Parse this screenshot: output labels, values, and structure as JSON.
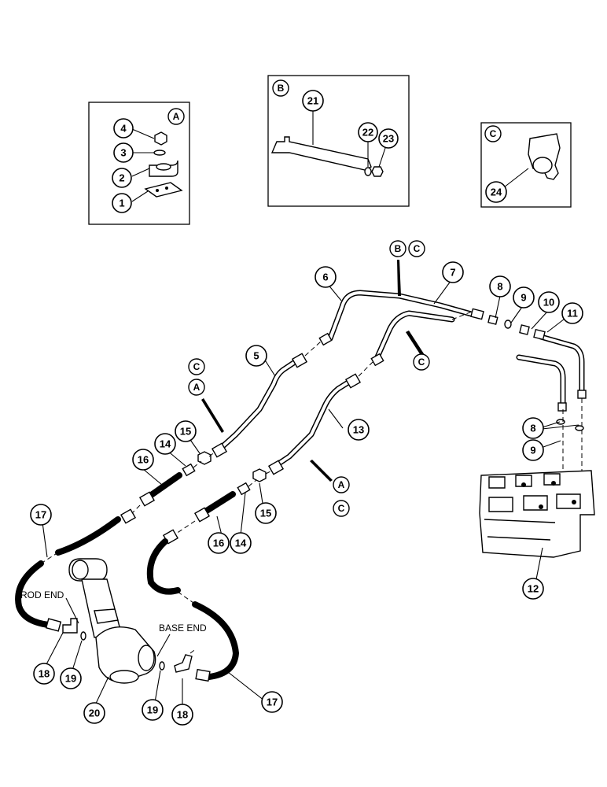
{
  "detail_boxes": [
    {
      "letter": "A",
      "parts": [
        "1",
        "2",
        "3",
        "4"
      ]
    },
    {
      "letter": "B",
      "parts": [
        "21",
        "22",
        "23"
      ]
    },
    {
      "letter": "C",
      "parts": [
        "24"
      ]
    }
  ],
  "callouts": [
    "1",
    "2",
    "3",
    "4",
    "5",
    "6",
    "7",
    "8",
    "9",
    "10",
    "11",
    "12",
    "13",
    "14",
    "15",
    "16",
    "17",
    "18",
    "19",
    "20",
    "21",
    "22",
    "23",
    "24"
  ],
  "view_refs": [
    "A",
    "B",
    "C"
  ],
  "text_labels": {
    "rod_end": "ROD END",
    "base_end": "BASE END"
  }
}
